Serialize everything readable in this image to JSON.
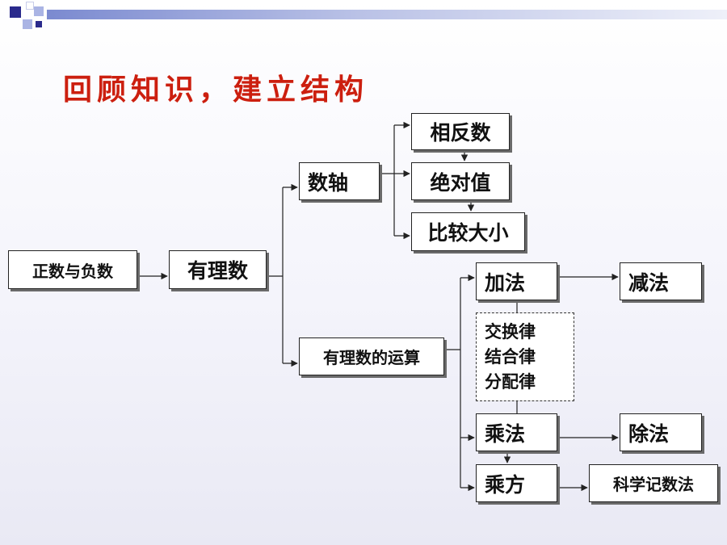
{
  "title": "回顾知识，建立结构",
  "nodes": {
    "positive_negative": "正数与负数",
    "rational": "有理数",
    "number_axis": "数轴",
    "opposite": "相反数",
    "absolute": "绝对值",
    "compare": "比较大小",
    "operations": "有理数的运算",
    "addition": "加法",
    "subtraction": "减法",
    "laws": [
      "交换律",
      "结合律",
      "分配律"
    ],
    "multiplication": "乘法",
    "division": "除法",
    "power": "乘方",
    "scientific": "科学记数法"
  },
  "colors": {
    "title": "#cc1f0f",
    "line": "#222222",
    "bar_start": "#7b8ad0",
    "square_dark": "#2a2a8c",
    "square_light": "#aab4e4"
  }
}
